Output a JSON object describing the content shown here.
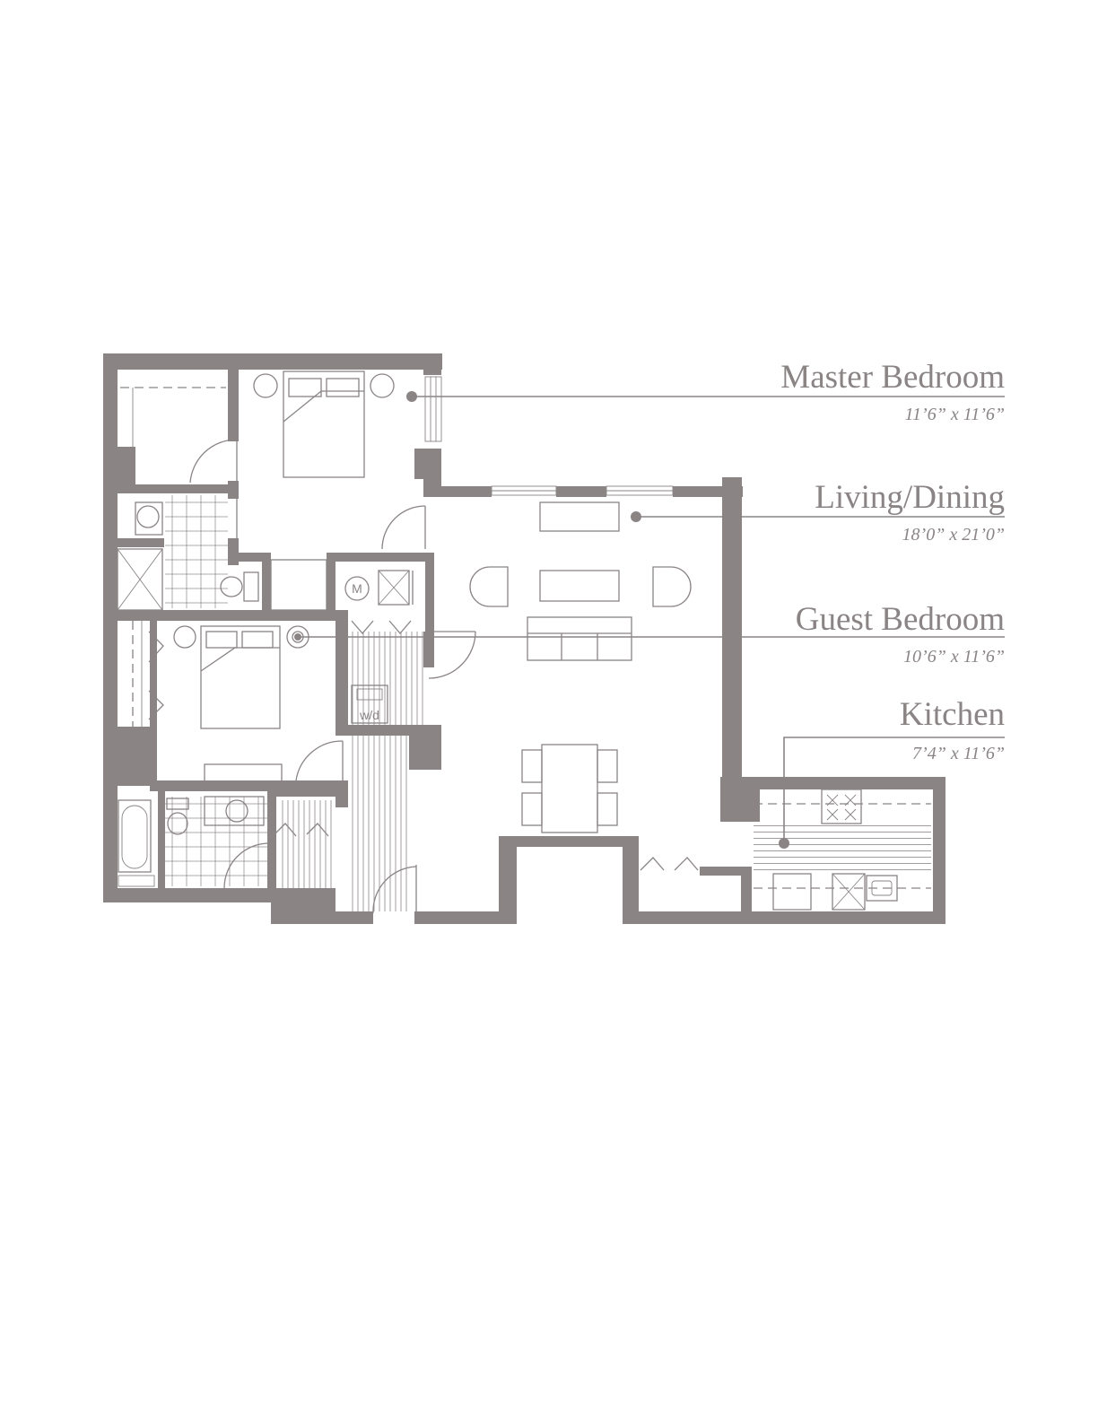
{
  "rooms": [
    {
      "name": "Master Bedroom",
      "dimensions": "11’6” x 11’6”"
    },
    {
      "name": "Living/Dining",
      "dimensions": "18’0” x 21’0”"
    },
    {
      "name": "Guest Bedroom",
      "dimensions": "10’6” x 11’6”"
    },
    {
      "name": "Kitchen",
      "dimensions": "7’4” x 11’6”"
    }
  ],
  "fixture_labels": {
    "mechanical": "M",
    "washer_dryer": "w/d"
  },
  "colors": {
    "line": "#8a8485",
    "background": "#ffffff"
  }
}
